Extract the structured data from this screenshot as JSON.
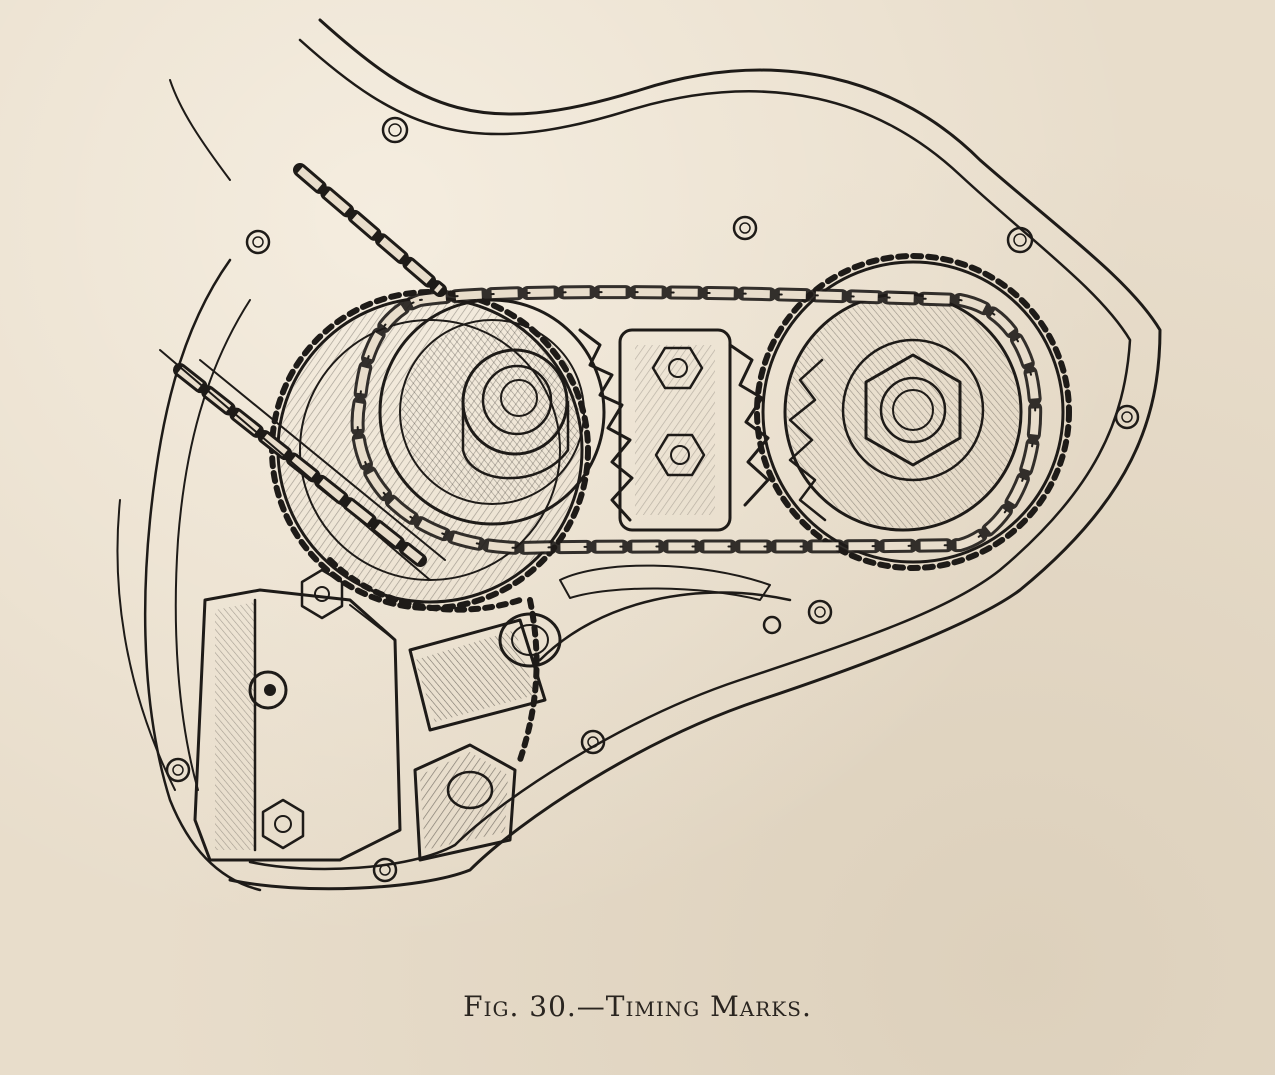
{
  "caption": {
    "text": "Fig. 30.—Timing Marks."
  },
  "ink_color": "#1e1b18",
  "paper_color": "#e8ddcb",
  "icons": {
    "chain": "roller-chain-illustration",
    "sprocket": "sprocket-gear-illustration",
    "nut": "hex-nut-illustration"
  }
}
